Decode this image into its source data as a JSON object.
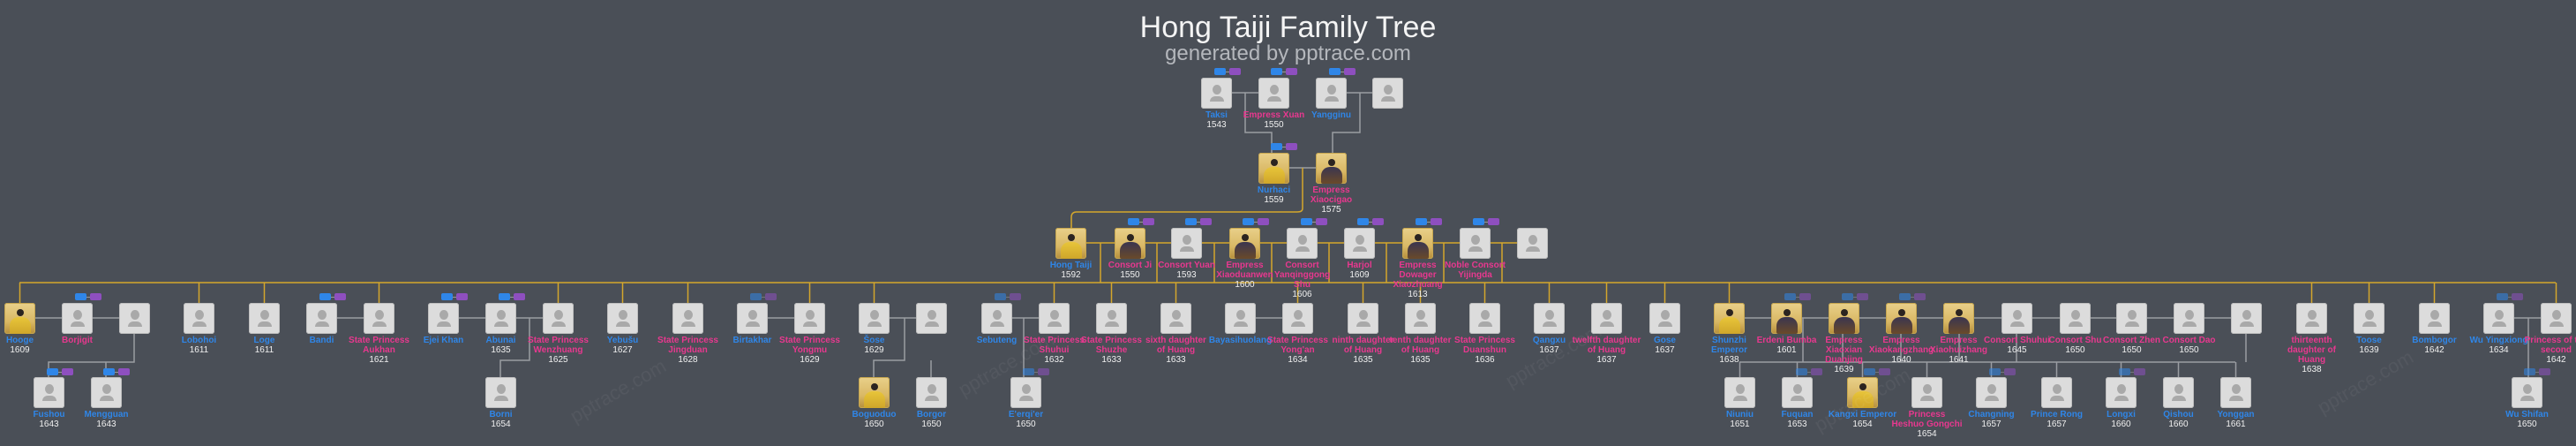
{
  "header": {
    "title": "Hong Taiji Family Tree",
    "subtitle": "generated by pptrace.com"
  },
  "watermark": "pptrace.com",
  "colors": {
    "background": "#4a4f57",
    "male": "#2f86e8",
    "female": "#e8388f",
    "descent_line": "#d4a72c",
    "spouse_line": "#9a9da2"
  },
  "generations": [
    [
      {
        "name": "Taksi",
        "year": "1543",
        "sex": "m",
        "portrait": false
      },
      {
        "name": "Empress Xuan",
        "year": "1550",
        "sex": "f",
        "portrait": false
      },
      {
        "name": "Yangginu",
        "year": "",
        "sex": "m",
        "portrait": false
      },
      {
        "name": "",
        "year": "",
        "sex": "f",
        "portrait": false
      }
    ],
    [
      {
        "name": "Nurhaci",
        "year": "1559",
        "sex": "m",
        "portrait": true
      },
      {
        "name": "Empress Xiaocigao",
        "year": "1575",
        "sex": "f",
        "portrait": true
      }
    ],
    [
      {
        "name": "Hong Taiji",
        "year": "1592",
        "sex": "m",
        "portrait": true
      },
      {
        "name": "Consort Ji",
        "year": "1550",
        "sex": "f",
        "portrait": true
      },
      {
        "name": "Consort Yuan",
        "year": "1593",
        "sex": "f",
        "portrait": false
      },
      {
        "name": "Empress Xiaoduanwen",
        "year": "1600",
        "sex": "f",
        "portrait": true
      },
      {
        "name": "Consort Yanqinggong Shu",
        "year": "1606",
        "sex": "f",
        "portrait": false
      },
      {
        "name": "Harjol",
        "year": "1609",
        "sex": "f",
        "portrait": false
      },
      {
        "name": "Empress Dowager Xiaozhuang",
        "year": "1613",
        "sex": "f",
        "portrait": true
      },
      {
        "name": "Noble Consort Yijingda",
        "year": "",
        "sex": "f",
        "portrait": false
      },
      {
        "name": "",
        "year": "",
        "sex": "f",
        "portrait": false
      }
    ],
    [
      {
        "name": "Hooge",
        "year": "1609",
        "sex": "m",
        "portrait": true
      },
      {
        "name": "Borjigit",
        "year": "",
        "sex": "f",
        "portrait": false
      },
      {
        "name": "",
        "year": "",
        "sex": "f",
        "portrait": false
      },
      {
        "name": "Lobohoi",
        "year": "1611",
        "sex": "m",
        "portrait": false
      },
      {
        "name": "Loge",
        "year": "1611",
        "sex": "m",
        "portrait": false
      },
      {
        "name": "Bandi",
        "year": "",
        "sex": "m",
        "portrait": false
      },
      {
        "name": "State Princess Aukhan",
        "year": "1621",
        "sex": "f",
        "portrait": false
      },
      {
        "name": "Ejei Khan",
        "year": "",
        "sex": "m",
        "portrait": false
      },
      {
        "name": "Abunai",
        "year": "1635",
        "sex": "m",
        "portrait": false
      },
      {
        "name": "State Princess Wenzhuang",
        "year": "1625",
        "sex": "f",
        "portrait": false
      },
      {
        "name": "Yebušu",
        "year": "1627",
        "sex": "m",
        "portrait": false
      },
      {
        "name": "State Princess Jingduan",
        "year": "1628",
        "sex": "f",
        "portrait": false
      },
      {
        "name": "Birtakhar",
        "year": "",
        "sex": "m",
        "portrait": false
      },
      {
        "name": "State Princess Yongmu",
        "year": "1629",
        "sex": "f",
        "portrait": false
      },
      {
        "name": "Šose",
        "year": "1629",
        "sex": "m",
        "portrait": false
      },
      {
        "name": "",
        "year": "",
        "sex": "f",
        "portrait": false
      },
      {
        "name": "Sebuteng",
        "year": "",
        "sex": "m",
        "portrait": false
      },
      {
        "name": "State Princess Shuhui",
        "year": "1632",
        "sex": "f",
        "portrait": false
      },
      {
        "name": "State Princess Shuzhe",
        "year": "1633",
        "sex": "f",
        "portrait": false
      },
      {
        "name": "sixth daughter of Huang",
        "year": "1633",
        "sex": "f",
        "portrait": false
      },
      {
        "name": "Bayasihuolang",
        "year": "",
        "sex": "m",
        "portrait": false
      },
      {
        "name": "State Princess Yong'an",
        "year": "1634",
        "sex": "f",
        "portrait": false
      },
      {
        "name": "ninth daughter of Huang",
        "year": "1635",
        "sex": "f",
        "portrait": false
      },
      {
        "name": "tenth daughter of Huang",
        "year": "1635",
        "sex": "f",
        "portrait": false
      },
      {
        "name": "State Princess Duanshun",
        "year": "1636",
        "sex": "f",
        "portrait": false
      },
      {
        "name": "Qangxu",
        "year": "1637",
        "sex": "m",
        "portrait": false
      },
      {
        "name": "twelfth daughter of Huang",
        "year": "1637",
        "sex": "f",
        "portrait": false
      },
      {
        "name": "Gose",
        "year": "1637",
        "sex": "m",
        "portrait": false
      },
      {
        "name": "Shunzhi Emperor",
        "year": "1638",
        "sex": "m",
        "portrait": true
      },
      {
        "name": "Erdeni Bumba",
        "year": "1601",
        "sex": "f",
        "portrait": true
      },
      {
        "name": "Empress Xiaoxian Duanjing",
        "year": "1639",
        "sex": "f",
        "portrait": true
      },
      {
        "name": "Empress Xiaokangzhang",
        "year": "1640",
        "sex": "f",
        "portrait": true
      },
      {
        "name": "Empress Xiaohuizhang",
        "year": "1641",
        "sex": "f",
        "portrait": true
      },
      {
        "name": "Consort Shuhui",
        "year": "1645",
        "sex": "f",
        "portrait": false
      },
      {
        "name": "Consort Shu",
        "year": "1650",
        "sex": "f",
        "portrait": false
      },
      {
        "name": "Consort Zhen",
        "year": "1650",
        "sex": "f",
        "portrait": false
      },
      {
        "name": "Consort Dao",
        "year": "1650",
        "sex": "f",
        "portrait": false
      },
      {
        "name": "",
        "year": "",
        "sex": "f",
        "portrait": false
      },
      {
        "name": "thirteenth daughter of Huang",
        "year": "1638",
        "sex": "f",
        "portrait": false
      },
      {
        "name": "Toose",
        "year": "1639",
        "sex": "m",
        "portrait": false
      },
      {
        "name": "Bombogor",
        "year": "1642",
        "sex": "m",
        "portrait": false
      },
      {
        "name": "Wu Yingxiong",
        "year": "1634",
        "sex": "m",
        "portrait": false
      },
      {
        "name": "Princess of the second",
        "year": "1642",
        "sex": "f",
        "portrait": false
      }
    ],
    [
      {
        "name": "Fushou",
        "year": "1643",
        "sex": "m",
        "portrait": false
      },
      {
        "name": "Mengguan",
        "year": "1643",
        "sex": "m",
        "portrait": false
      },
      {
        "name": "Borni",
        "year": "1654",
        "sex": "m",
        "portrait": false
      },
      {
        "name": "Boguoduo",
        "year": "1650",
        "sex": "m",
        "portrait": true
      },
      {
        "name": "Borgor",
        "year": "1650",
        "sex": "m",
        "portrait": false
      },
      {
        "name": "E'erqi'er",
        "year": "1650",
        "sex": "m",
        "portrait": false
      },
      {
        "name": "Niuniu",
        "year": "1651",
        "sex": "m",
        "portrait": false
      },
      {
        "name": "Fuquan",
        "year": "1653",
        "sex": "m",
        "portrait": false
      },
      {
        "name": "Kangxi Emperor",
        "year": "1654",
        "sex": "m",
        "portrait": true
      },
      {
        "name": "Princess Heshuo Gongchi",
        "year": "1654",
        "sex": "f",
        "portrait": false
      },
      {
        "name": "Changning",
        "year": "1657",
        "sex": "m",
        "portrait": false
      },
      {
        "name": "Prince Rong",
        "year": "1657",
        "sex": "m",
        "portrait": false
      },
      {
        "name": "Longxi",
        "year": "1660",
        "sex": "m",
        "portrait": false
      },
      {
        "name": "Qishou",
        "year": "1660",
        "sex": "m",
        "portrait": false
      },
      {
        "name": "Yonggan",
        "year": "1661",
        "sex": "m",
        "portrait": false
      },
      {
        "name": "Wu Shifan",
        "year": "1650",
        "sex": "m",
        "portrait": false
      }
    ]
  ]
}
